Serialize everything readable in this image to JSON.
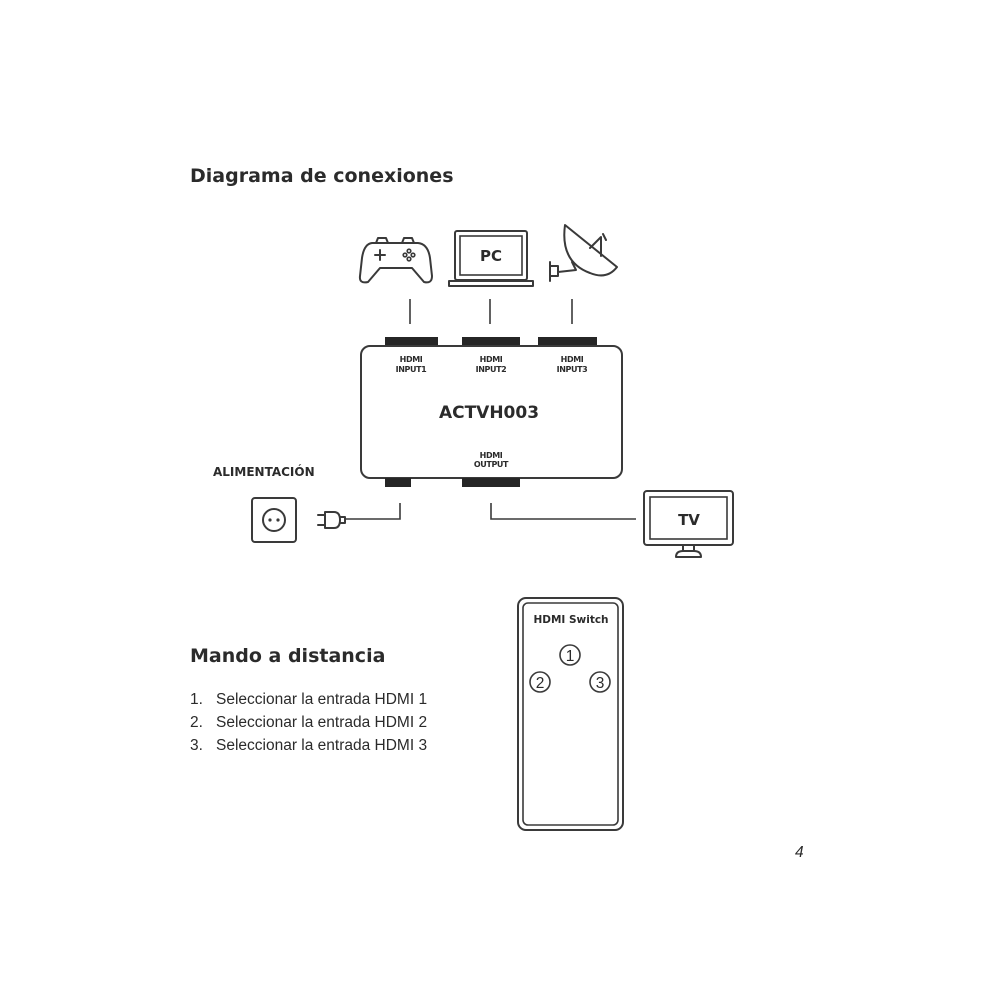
{
  "connections": {
    "title": "Diagrama de conexiones",
    "devices": {
      "console": "gamepad-icon",
      "pc_label": "PC",
      "satellite": "satellite-dish-icon",
      "tv_label": "TV"
    },
    "switch": {
      "model": "ACTVH003",
      "inputs": [
        {
          "line1": "HDMI",
          "line2": "INPUT1"
        },
        {
          "line1": "HDMI",
          "line2": "INPUT2"
        },
        {
          "line1": "HDMI",
          "line2": "INPUT3"
        }
      ],
      "output": {
        "line1": "HDMI",
        "line2": "OUTPUT"
      }
    },
    "power_label": "ALIMENTACIÓN"
  },
  "remote": {
    "title": "Mando a distancia",
    "device_label": "HDMI Switch",
    "buttons": [
      "1",
      "2",
      "3"
    ],
    "items": [
      {
        "num": "1.",
        "text": "Seleccionar la entrada HDMI 1"
      },
      {
        "num": "2.",
        "text": "Seleccionar la entrada HDMI 2"
      },
      {
        "num": "3.",
        "text": "Seleccionar la entrada HDMI 3"
      }
    ]
  },
  "page_number": "4"
}
